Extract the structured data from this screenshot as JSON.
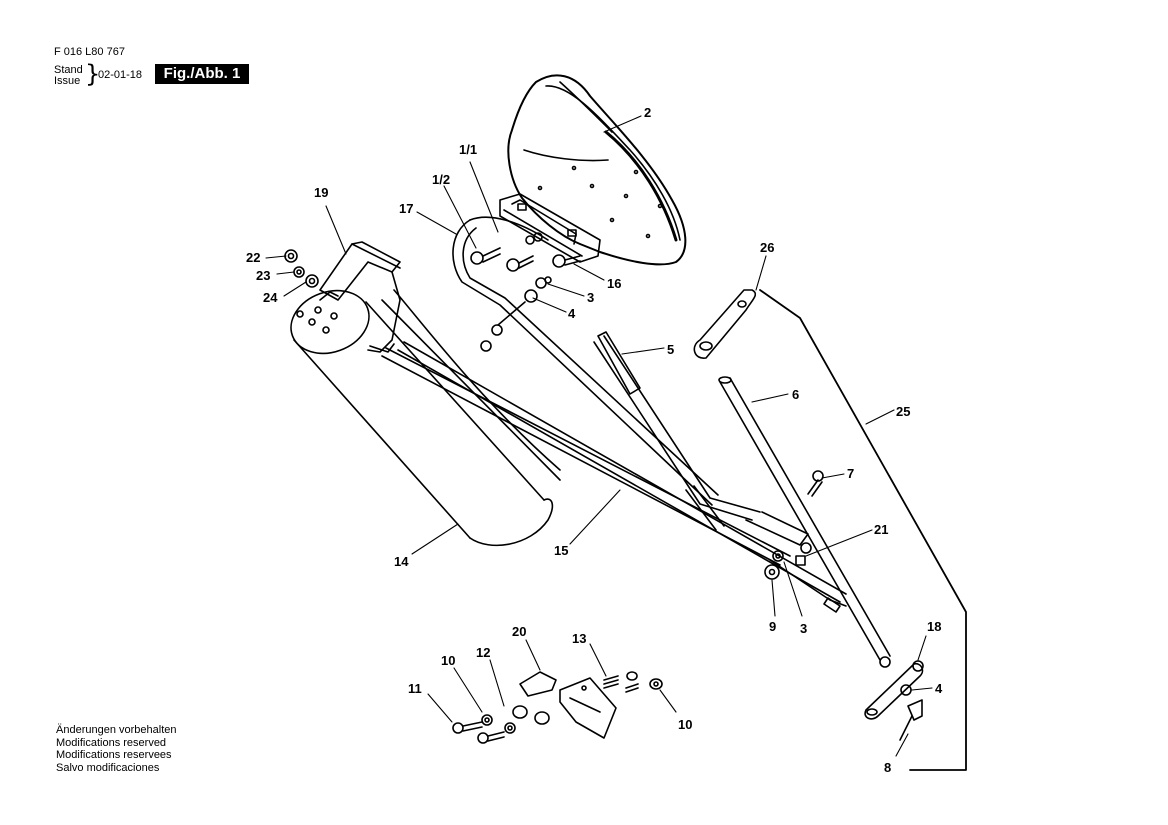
{
  "header": {
    "part_number": "F 016 L80 767",
    "stand_label": "Stand",
    "issue_label": "Issue",
    "brace": "}",
    "date": "02-01-18",
    "figure_label": "Fig./Abb. 1"
  },
  "notes": [
    "Änderungen vorbehalten",
    "Modifications reserved",
    "Modifications reservees",
    "Salvo modificaciones"
  ],
  "callouts": {
    "c2": "2",
    "c1_1": "1/1",
    "c1_2": "1/2",
    "c17": "17",
    "c19": "19",
    "c22": "22",
    "c23": "23",
    "c24": "24",
    "c16": "16",
    "c3a": "3",
    "c4a": "4",
    "c26": "26",
    "c5": "5",
    "c6": "6",
    "c25": "25",
    "c7": "7",
    "c21": "21",
    "c14": "14",
    "c15": "15",
    "c9": "9",
    "c3b": "3",
    "c18": "18",
    "c4b": "4",
    "c8": "8",
    "c20": "20",
    "c13": "13",
    "c10a": "10",
    "c12": "12",
    "c11": "11",
    "c10b": "10"
  }
}
